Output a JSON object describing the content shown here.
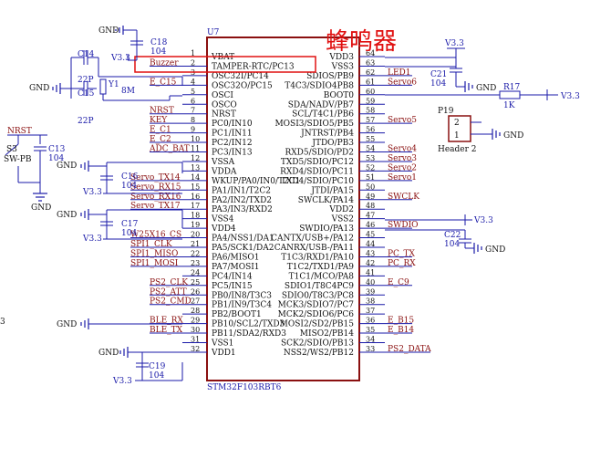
{
  "buzzer_heading": "蜂鸣器",
  "chip": {
    "ref": "U7",
    "part": "STM32F103RBT6",
    "left_pins": [
      {
        "num": "1",
        "name": "VBAT",
        "net": ""
      },
      {
        "num": "2",
        "name": "TAMPER-RTC/PC13",
        "net": "Buzzer"
      },
      {
        "num": "3",
        "name": "OSC32I/PC14",
        "net": ""
      },
      {
        "num": "4",
        "name": "OSC32O/PC15",
        "net": "E_C15"
      },
      {
        "num": "5",
        "name": "OSCI",
        "net": ""
      },
      {
        "num": "6",
        "name": "OSCO",
        "net": ""
      },
      {
        "num": "7",
        "name": "NRST",
        "net": "NRST"
      },
      {
        "num": "8",
        "name": "PC0/IN10",
        "net": "KEY"
      },
      {
        "num": "9",
        "name": "PC1/IN11",
        "net": "E_C1"
      },
      {
        "num": "10",
        "name": "PC2/IN12",
        "net": "E_C2"
      },
      {
        "num": "11",
        "name": "PC3/IN13",
        "net": "ADC_BAT"
      },
      {
        "num": "12",
        "name": "VSSA",
        "net": ""
      },
      {
        "num": "13",
        "name": "VDDA",
        "net": ""
      },
      {
        "num": "14",
        "name": "WKUP/PA0/IN0/T2C1",
        "net": "Servo_TX14"
      },
      {
        "num": "15",
        "name": "PA1/IN1/T2C2",
        "net": "Servo_RX15"
      },
      {
        "num": "16",
        "name": "PA2/IN2/TXD2",
        "net": "Servo_RX16"
      },
      {
        "num": "17",
        "name": "PA3/IN3/RXD2",
        "net": "Servo_TX17"
      },
      {
        "num": "18",
        "name": "VSS4",
        "net": ""
      },
      {
        "num": "19",
        "name": "VDD4",
        "net": ""
      },
      {
        "num": "20",
        "name": "PA4/NSS1/DA1",
        "net": "W25X16_CS"
      },
      {
        "num": "21",
        "name": "PA5/SCK1/DA2",
        "net": "SPI1_CLK"
      },
      {
        "num": "22",
        "name": "PA6/MISO1",
        "net": "SPI1_MISO"
      },
      {
        "num": "23",
        "name": "PA7/MOSI1",
        "net": "SPI1_MOSI"
      },
      {
        "num": "24",
        "name": "PC4/IN14",
        "net": ""
      },
      {
        "num": "25",
        "name": "PC5/IN15",
        "net": "PS2_CLK"
      },
      {
        "num": "26",
        "name": "PB0/IN8/T3C3",
        "net": "PS2_ATT"
      },
      {
        "num": "27",
        "name": "PB1/IN9/T3C4",
        "net": "PS2_CMD"
      },
      {
        "num": "28",
        "name": "PB2/BOOT1",
        "net": ""
      },
      {
        "num": "29",
        "name": "PB10/SCL2/TXD3",
        "net": "BLE_RX"
      },
      {
        "num": "30",
        "name": "PB11/SDA2/RXD3",
        "net": "BLE_TX"
      },
      {
        "num": "31",
        "name": "VSS1",
        "net": ""
      },
      {
        "num": "32",
        "name": "VDD1",
        "net": ""
      }
    ],
    "right_pins": [
      {
        "num": "64",
        "name": "VDD3",
        "net": ""
      },
      {
        "num": "63",
        "name": "VSS3",
        "net": ""
      },
      {
        "num": "62",
        "name": "SDIOS/PB9",
        "net": "LED1"
      },
      {
        "num": "61",
        "name": "T4C3/SDIO4PB8",
        "net": "Servo6"
      },
      {
        "num": "60",
        "name": "BOOT0",
        "net": ""
      },
      {
        "num": "59",
        "name": "SDA/NADV/PB7",
        "net": ""
      },
      {
        "num": "58",
        "name": "SCL/T4C1/PB6",
        "net": ""
      },
      {
        "num": "57",
        "name": "MOSI3/SDIO5/PB5",
        "net": "Servo5"
      },
      {
        "num": "56",
        "name": "JNTRST/PB4",
        "net": ""
      },
      {
        "num": "55",
        "name": "JTDO/PB3",
        "net": ""
      },
      {
        "num": "54",
        "name": "RXD5/SDIO/PD2",
        "net": "Servo4"
      },
      {
        "num": "53",
        "name": "TXD5/SDIO/PC12",
        "net": "Servo3"
      },
      {
        "num": "52",
        "name": "RXD4/SDIO/PC11",
        "net": "Servo2"
      },
      {
        "num": "51",
        "name": "TXD4/SDIO/PC10",
        "net": "Servo1"
      },
      {
        "num": "50",
        "name": "JTDI/PA15",
        "net": ""
      },
      {
        "num": "49",
        "name": "SWCLK/PA14",
        "net": "SWCLK"
      },
      {
        "num": "48",
        "name": "VDD2",
        "net": ""
      },
      {
        "num": "47",
        "name": "VSS2",
        "net": ""
      },
      {
        "num": "46",
        "name": "SWDIO/PA13",
        "net": "SWDIO"
      },
      {
        "num": "45",
        "name": "CANTX/USB+/PA12",
        "net": ""
      },
      {
        "num": "44",
        "name": "CANRX/USB-/PA11",
        "net": ""
      },
      {
        "num": "43",
        "name": "T1C3/RXD1/PA10",
        "net": "PC_TX"
      },
      {
        "num": "42",
        "name": "T1C2/TXD1/PA9",
        "net": "PC_RX"
      },
      {
        "num": "41",
        "name": "T1C1/MCO/PA8",
        "net": ""
      },
      {
        "num": "40",
        "name": "SDIO1/T8C4PC9",
        "net": "E_C9"
      },
      {
        "num": "39",
        "name": "SDIO0/T8C3/PC8",
        "net": ""
      },
      {
        "num": "38",
        "name": "MCK3/SDIO7/PC7",
        "net": ""
      },
      {
        "num": "37",
        "name": "MCK2/SDIO6/PC6",
        "net": ""
      },
      {
        "num": "36",
        "name": "MOSI2/SD2/PB15",
        "net": "E_B15"
      },
      {
        "num": "35",
        "name": "MISO2/PB14",
        "net": "E_B14"
      },
      {
        "num": "34",
        "name": "SCK2/SDIO/PB13",
        "net": ""
      },
      {
        "num": "33",
        "name": "NSS2/WS2/PB12",
        "net": "PS2_DATA"
      }
    ]
  },
  "components": {
    "c18": {
      "ref": "C18",
      "value": "104"
    },
    "c14": {
      "ref": "C14",
      "value": "22P"
    },
    "c15": {
      "ref": "C15",
      "value": "22P"
    },
    "y1": {
      "ref": "Y1",
      "value": "8M"
    },
    "s3": {
      "ref": "S3",
      "value": "SW-PB"
    },
    "c13": {
      "ref": "C13",
      "value": "104"
    },
    "c16": {
      "ref": "C16",
      "value": "104"
    },
    "c17": {
      "ref": "C17",
      "value": "104"
    },
    "c19": {
      "ref": "C19",
      "value": "104"
    },
    "c21": {
      "ref": "C21",
      "value": "104"
    },
    "c22": {
      "ref": "C22",
      "value": "104"
    },
    "r17": {
      "ref": "R17",
      "value": "1K"
    },
    "p19": {
      "ref": "P19",
      "value": "Header 2",
      "pin1": "1",
      "pin2": "2"
    }
  },
  "labels": {
    "gnd": "GND",
    "v33": "V3.3",
    "nrst_net": "NRST",
    "edge_mark": "3"
  }
}
